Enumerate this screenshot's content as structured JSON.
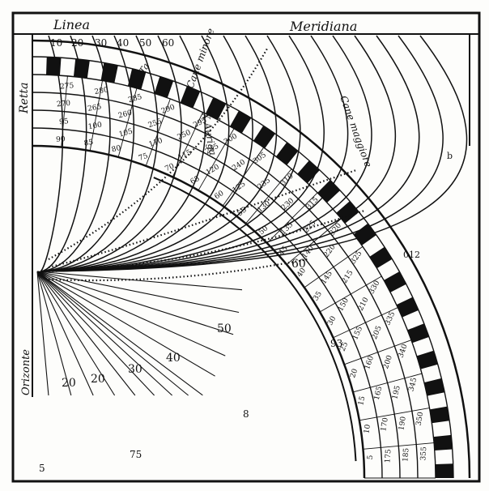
{
  "diagram": {
    "top_left_label": "Linea",
    "top_right_label": "Meridiana",
    "left_vertical_label": "Retta",
    "bottom_left_label": "Orizonte",
    "top_scale": [
      "10",
      "20",
      "30",
      "40",
      "50",
      "60"
    ],
    "arc_scale_left": [
      "20",
      "20",
      "30",
      "40"
    ],
    "arc_scale_mid": [
      "50",
      "60"
    ],
    "star_labels": [
      "Cane maggiore",
      "Cane minore",
      "Ta",
      "X Auriga"
    ],
    "ring_numbers_outer": [
      "5",
      "10",
      "15",
      "20",
      "25",
      "30",
      "35",
      "40",
      "45",
      "50",
      "55",
      "60",
      "65",
      "70",
      "75",
      "80",
      "85",
      "90"
    ],
    "ring_numbers_row2": [
      "175",
      "170",
      "165",
      "160",
      "155",
      "150",
      "145",
      "140",
      "135",
      "130",
      "125",
      "120",
      "115",
      "110",
      "105",
      "100",
      "95"
    ],
    "ring_numbers_row3": [
      "185",
      "190",
      "195",
      "200",
      "205",
      "210",
      "215",
      "220",
      "225",
      "230",
      "235",
      "240",
      "245",
      "250",
      "255",
      "260",
      "265",
      "270"
    ],
    "ring_numbers_row4": [
      "355",
      "350",
      "345",
      "340",
      "335",
      "330",
      "325",
      "320",
      "315",
      "310",
      "305",
      "300",
      "295",
      "290",
      "285",
      "280",
      "275"
    ],
    "outer_border_marks": [
      "5",
      "75",
      "8",
      "93",
      "012",
      "b"
    ],
    "colors": {
      "ink": "#111111",
      "paper": "#fdfdfb"
    }
  }
}
